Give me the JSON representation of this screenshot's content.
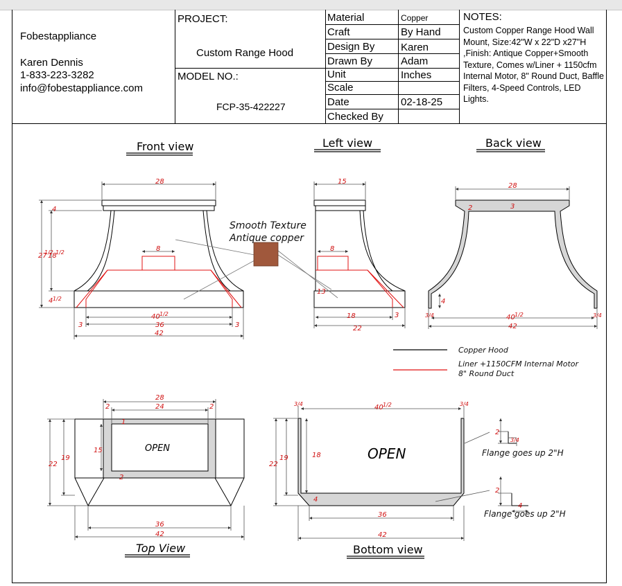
{
  "company": {
    "name": "Fobestappliance",
    "contact_name": "Karen Dennis",
    "phone": "1-833-223-3282",
    "email": "info@fobestappliance.com"
  },
  "project": {
    "label": "PROJECT:",
    "value": "Custom Range Hood",
    "model_label": "MODEL NO.:",
    "model_value": "FCP-35-422227"
  },
  "specs": [
    {
      "label": "Material",
      "value": "Copper"
    },
    {
      "label": "Craft",
      "value": "By Hand"
    },
    {
      "label": "Design By",
      "value": "Karen"
    },
    {
      "label": "Drawn By",
      "value": "Adam"
    },
    {
      "label": "Unit",
      "value": "Inches"
    },
    {
      "label": "Scale",
      "value": ""
    },
    {
      "label": "Date",
      "value": "02-18-25"
    },
    {
      "label": "Checked By",
      "value": ""
    }
  ],
  "notes": {
    "title": "NOTES:",
    "text": "Custom Copper Range Hood Wall Mount, Size:42\"W x 22\"D x27\"H ,Finish: Antique Copper+Smooth Texture, Comes w/Liner + 1150cfm Internal Motor, 8\" Round Duct, Baffle Filters, 4-Speed Controls, LED Lights."
  },
  "views": {
    "front": "Front view",
    "left": "Left view",
    "back": "Back view",
    "top": "Top View",
    "bottom": "Bottom view"
  },
  "finish_callout": {
    "line1": "Smooth Texture",
    "line2": "Antique copper",
    "swatch_color": "#a0583c"
  },
  "legend": {
    "copper_hood": "Copper Hood",
    "liner_line1": "Liner +1150CFM Internal Motor",
    "liner_line2": "8\" Round Duct",
    "copper_color": "#000000",
    "liner_color": "#e01010"
  },
  "dims": {
    "front_top": "28",
    "front_height": "27",
    "front_curve": "18",
    "front_frac_a": "1/2",
    "front_frac_b": "1/2",
    "front_left_top": "4",
    "front_left_bottom": "4",
    "front_left_bottom_frac": "1/2",
    "front_duct": "8",
    "front_inner_whole": "40",
    "front_inner_frac": "1/2",
    "front_36": "36",
    "front_42": "42",
    "front_3a": "3",
    "front_3b": "3",
    "left_top": "15",
    "left_duct": "8",
    "left_13": "13",
    "left_18": "18",
    "left_22": "22",
    "left_3": "3",
    "back_28": "28",
    "back_2": "2",
    "back_3": "3",
    "back_4": "4",
    "back_frac_a": "3/4",
    "back_frac_b": "3/4",
    "back_inner_whole": "40",
    "back_inner_frac": "1/2",
    "back_42": "42",
    "top_28": "28",
    "top_24": "24",
    "top_2a": "2",
    "top_2b": "2",
    "top_1": "1",
    "top_15": "15",
    "top_19": "19",
    "top_22": "22",
    "top_2c": "2",
    "top_36": "36",
    "top_42": "42",
    "top_open": "OPEN",
    "bot_frac_a": "3/4",
    "bot_frac_b": "3/4",
    "bot_inner_whole": "40",
    "bot_inner_frac": "1/2",
    "bot_18": "18",
    "bot_19": "19",
    "bot_22": "22",
    "bot_4": "4",
    "bot_36": "36",
    "bot_42": "42",
    "bot_open": "OPEN",
    "flange_2a": "2",
    "flange_frac": "3/4",
    "flange_2b": "2",
    "flange_4": "4",
    "flange_note1": "Flange goes up 2\"H",
    "flange_note2": "Flange goes up 2\"H"
  }
}
